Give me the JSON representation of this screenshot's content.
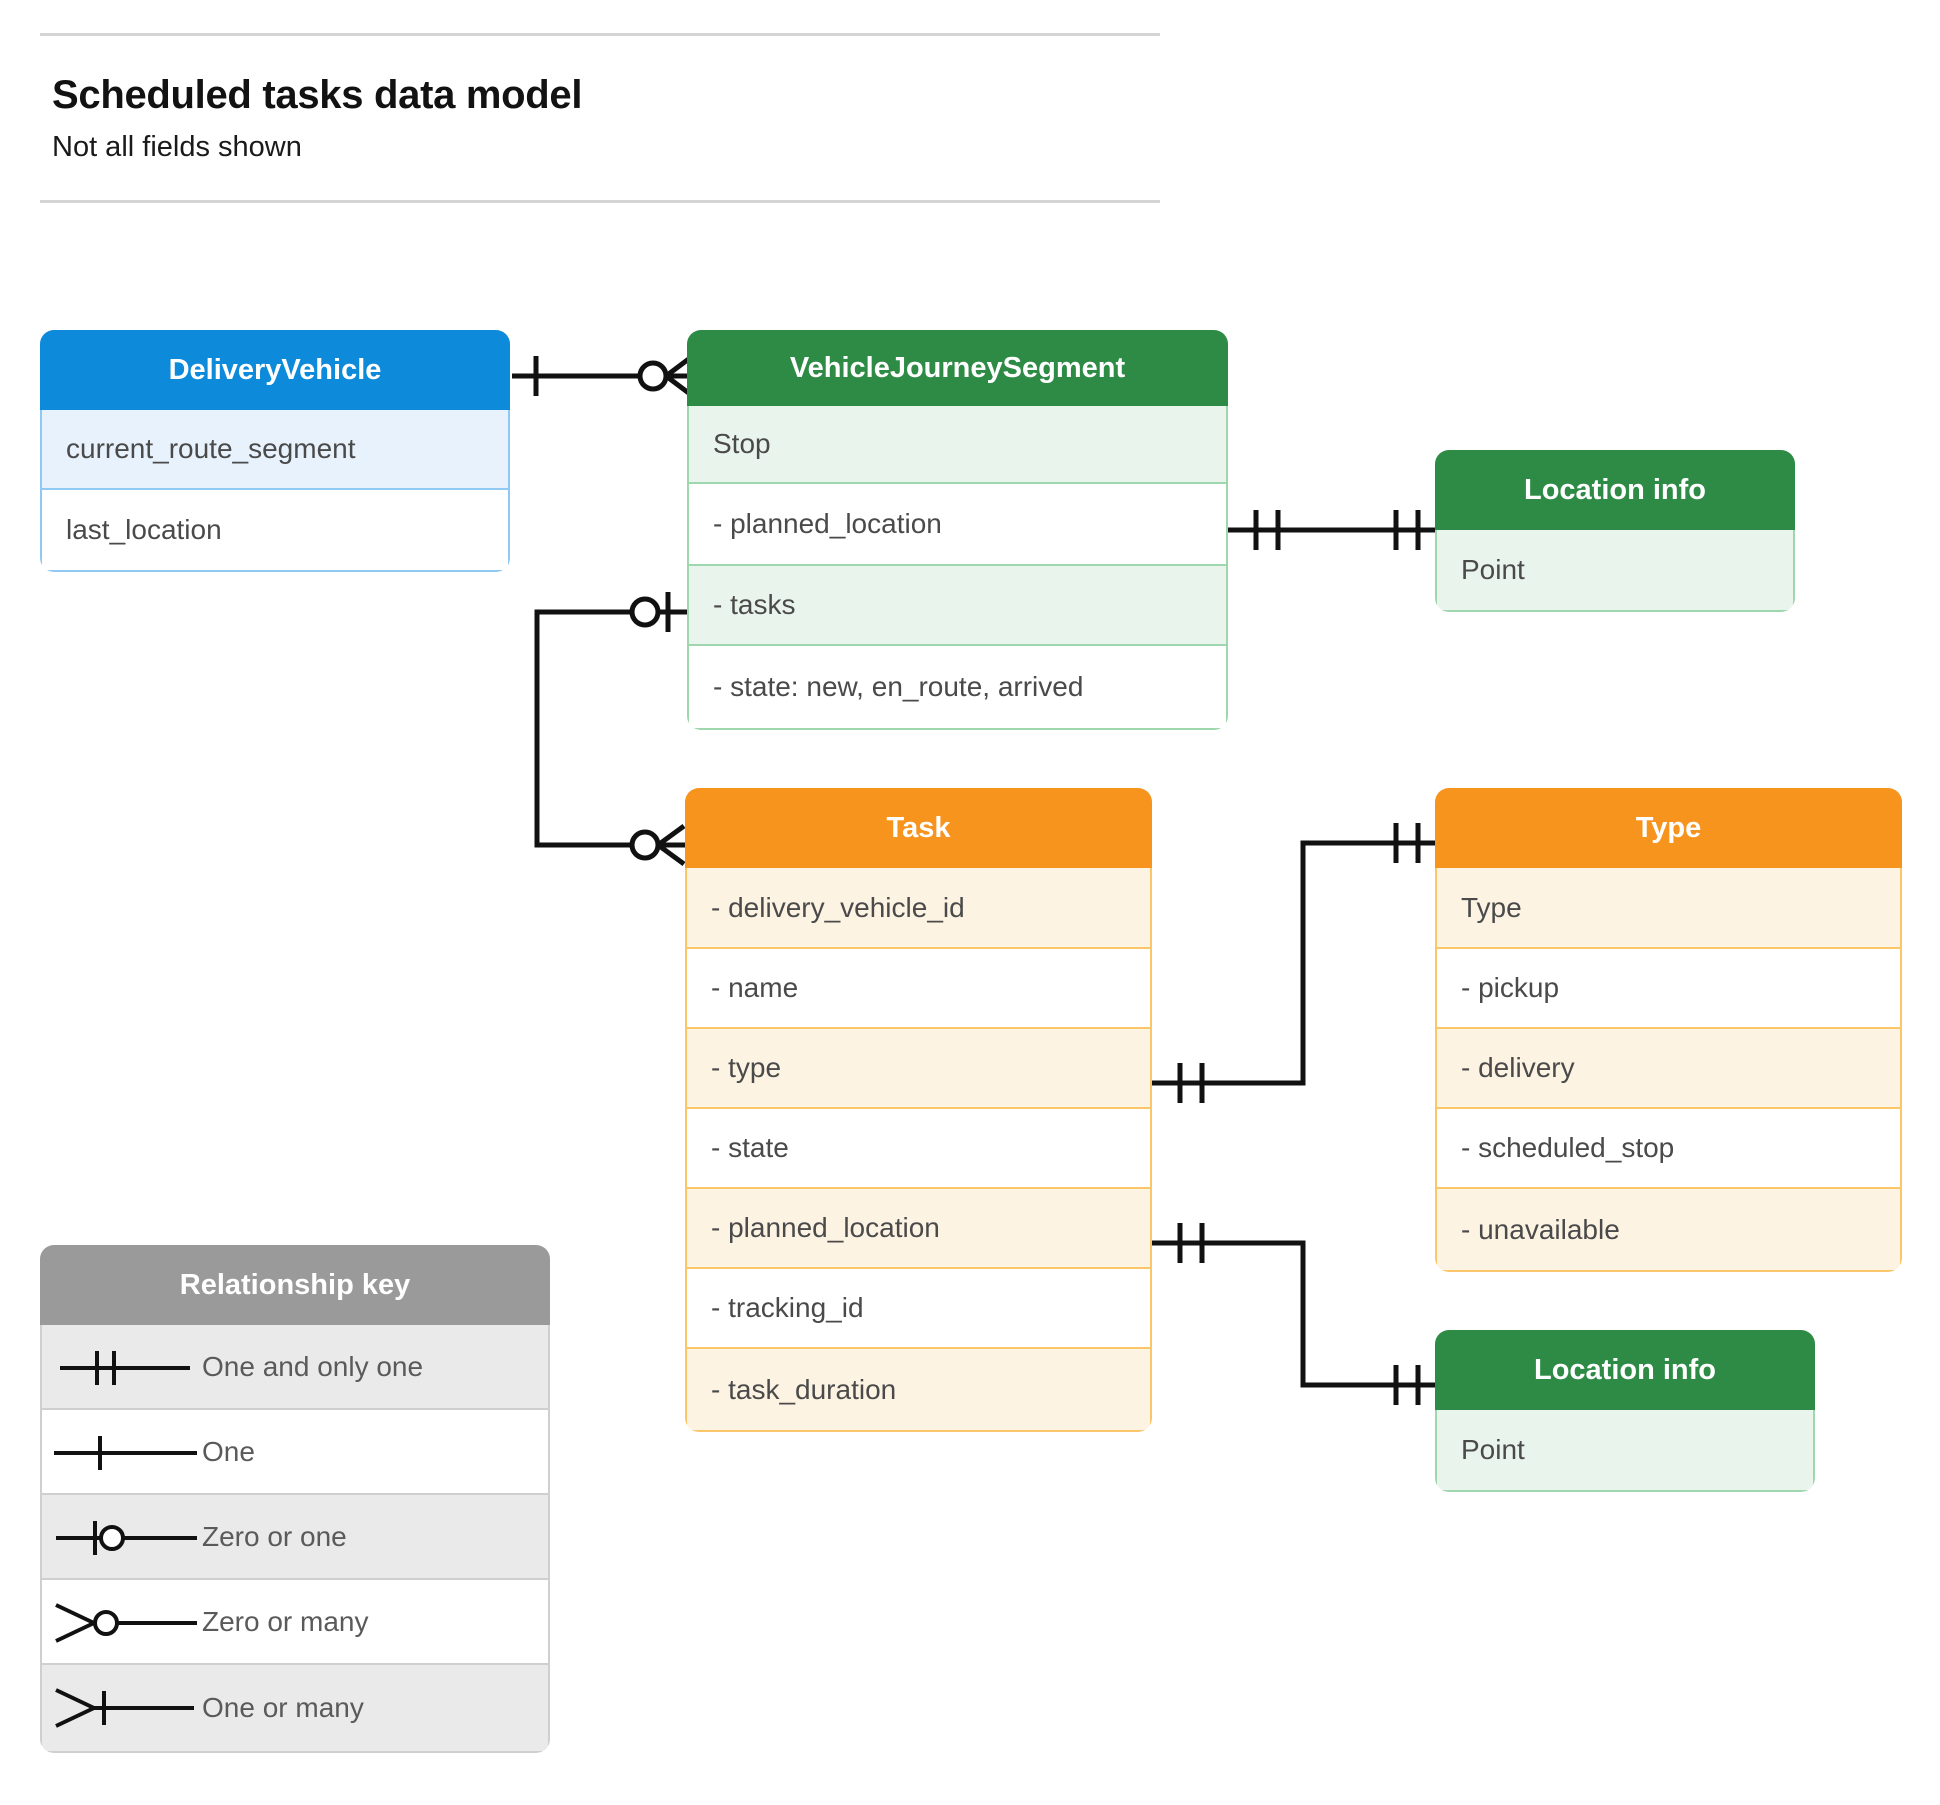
{
  "header": {
    "title": "Scheduled tasks data model",
    "subtitle": "Not all fields shown"
  },
  "entities": {
    "delivery_vehicle": {
      "title": "DeliveryVehicle",
      "color": "#0d8ad9",
      "rows": [
        "current_route_segment",
        "last_location"
      ]
    },
    "vehicle_journey_segment": {
      "title": "VehicleJourneySegment",
      "color": "#2e8b46",
      "rows": [
        "Stop",
        "-  planned_location",
        "- tasks",
        "- state: new, en_route, arrived"
      ]
    },
    "location_info_top": {
      "title": "Location info",
      "color": "#2e8b46",
      "rows": [
        "Point"
      ]
    },
    "location_info_bottom": {
      "title": "Location info",
      "color": "#2e8b46",
      "rows": [
        "Point"
      ]
    },
    "task": {
      "title": "Task",
      "color": "#f7941e",
      "rows": [
        "- delivery_vehicle_id",
        "- name",
        "- type",
        "- state",
        "- planned_location",
        "- tracking_id",
        "- task_duration"
      ]
    },
    "type": {
      "title": "Type",
      "color": "#f7941e",
      "rows": [
        "Type",
        "-   pickup",
        "-  delivery",
        "-  scheduled_stop",
        "-  unavailable"
      ]
    }
  },
  "legend": {
    "title": "Relationship key",
    "items": [
      {
        "label": "One and only one",
        "symbol": "one-and-only-one"
      },
      {
        "label": "One",
        "symbol": "one"
      },
      {
        "label": "Zero or one",
        "symbol": "zero-or-one"
      },
      {
        "label": "Zero or many",
        "symbol": "zero-or-many"
      },
      {
        "label": "One or many",
        "symbol": "one-or-many"
      }
    ]
  },
  "relationships": [
    {
      "from": "DeliveryVehicle",
      "to": "VehicleJourneySegment",
      "from_cardinality": "one",
      "to_cardinality": "zero or many"
    },
    {
      "from": "VehicleJourneySegment.planned_location",
      "to": "Location info",
      "from_cardinality": "one and only one",
      "to_cardinality": "one and only one"
    },
    {
      "from": "VehicleJourneySegment.tasks",
      "to": "Task",
      "from_cardinality": "zero or one",
      "to_cardinality": "zero or many"
    },
    {
      "from": "Task.type",
      "to": "Type",
      "from_cardinality": "one and only one",
      "to_cardinality": "one and only one"
    },
    {
      "from": "Task.planned_location",
      "to": "Location info",
      "from_cardinality": "one and only one",
      "to_cardinality": "one and only one"
    }
  ]
}
